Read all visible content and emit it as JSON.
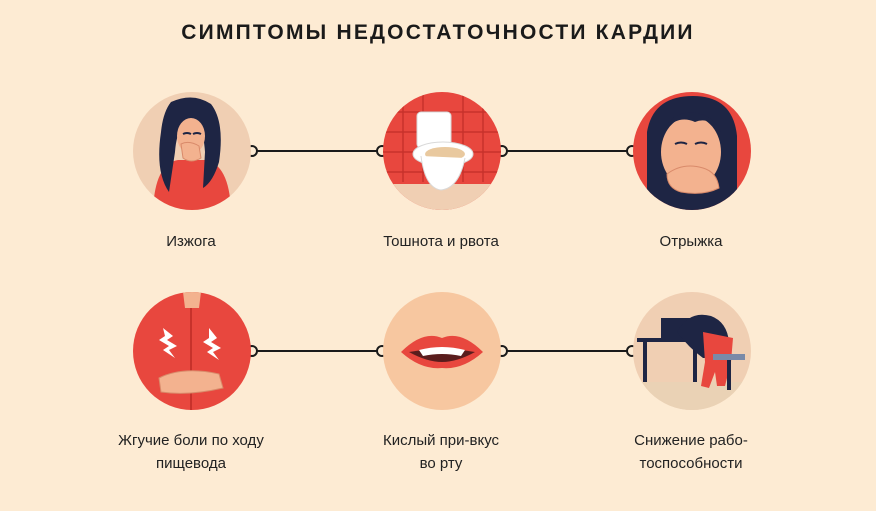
{
  "title": "СИМПТОМЫ НЕДОСТАТОЧНОСТИ КАРДИИ",
  "symptoms": [
    {
      "label": "Изжога"
    },
    {
      "label": "Тошнота и рвота"
    },
    {
      "label": "Отрыжка"
    },
    {
      "label": "Жгучие боли по ходу пищевода"
    },
    {
      "label": "Кислый при-вкус во рту"
    },
    {
      "label": "Снижение рабо-тоспособности"
    }
  ],
  "colors": {
    "background": "#fdebd3",
    "accent_red": "#e8473e",
    "circle_light": "#f0cfb3",
    "line": "#1a1a1a"
  }
}
